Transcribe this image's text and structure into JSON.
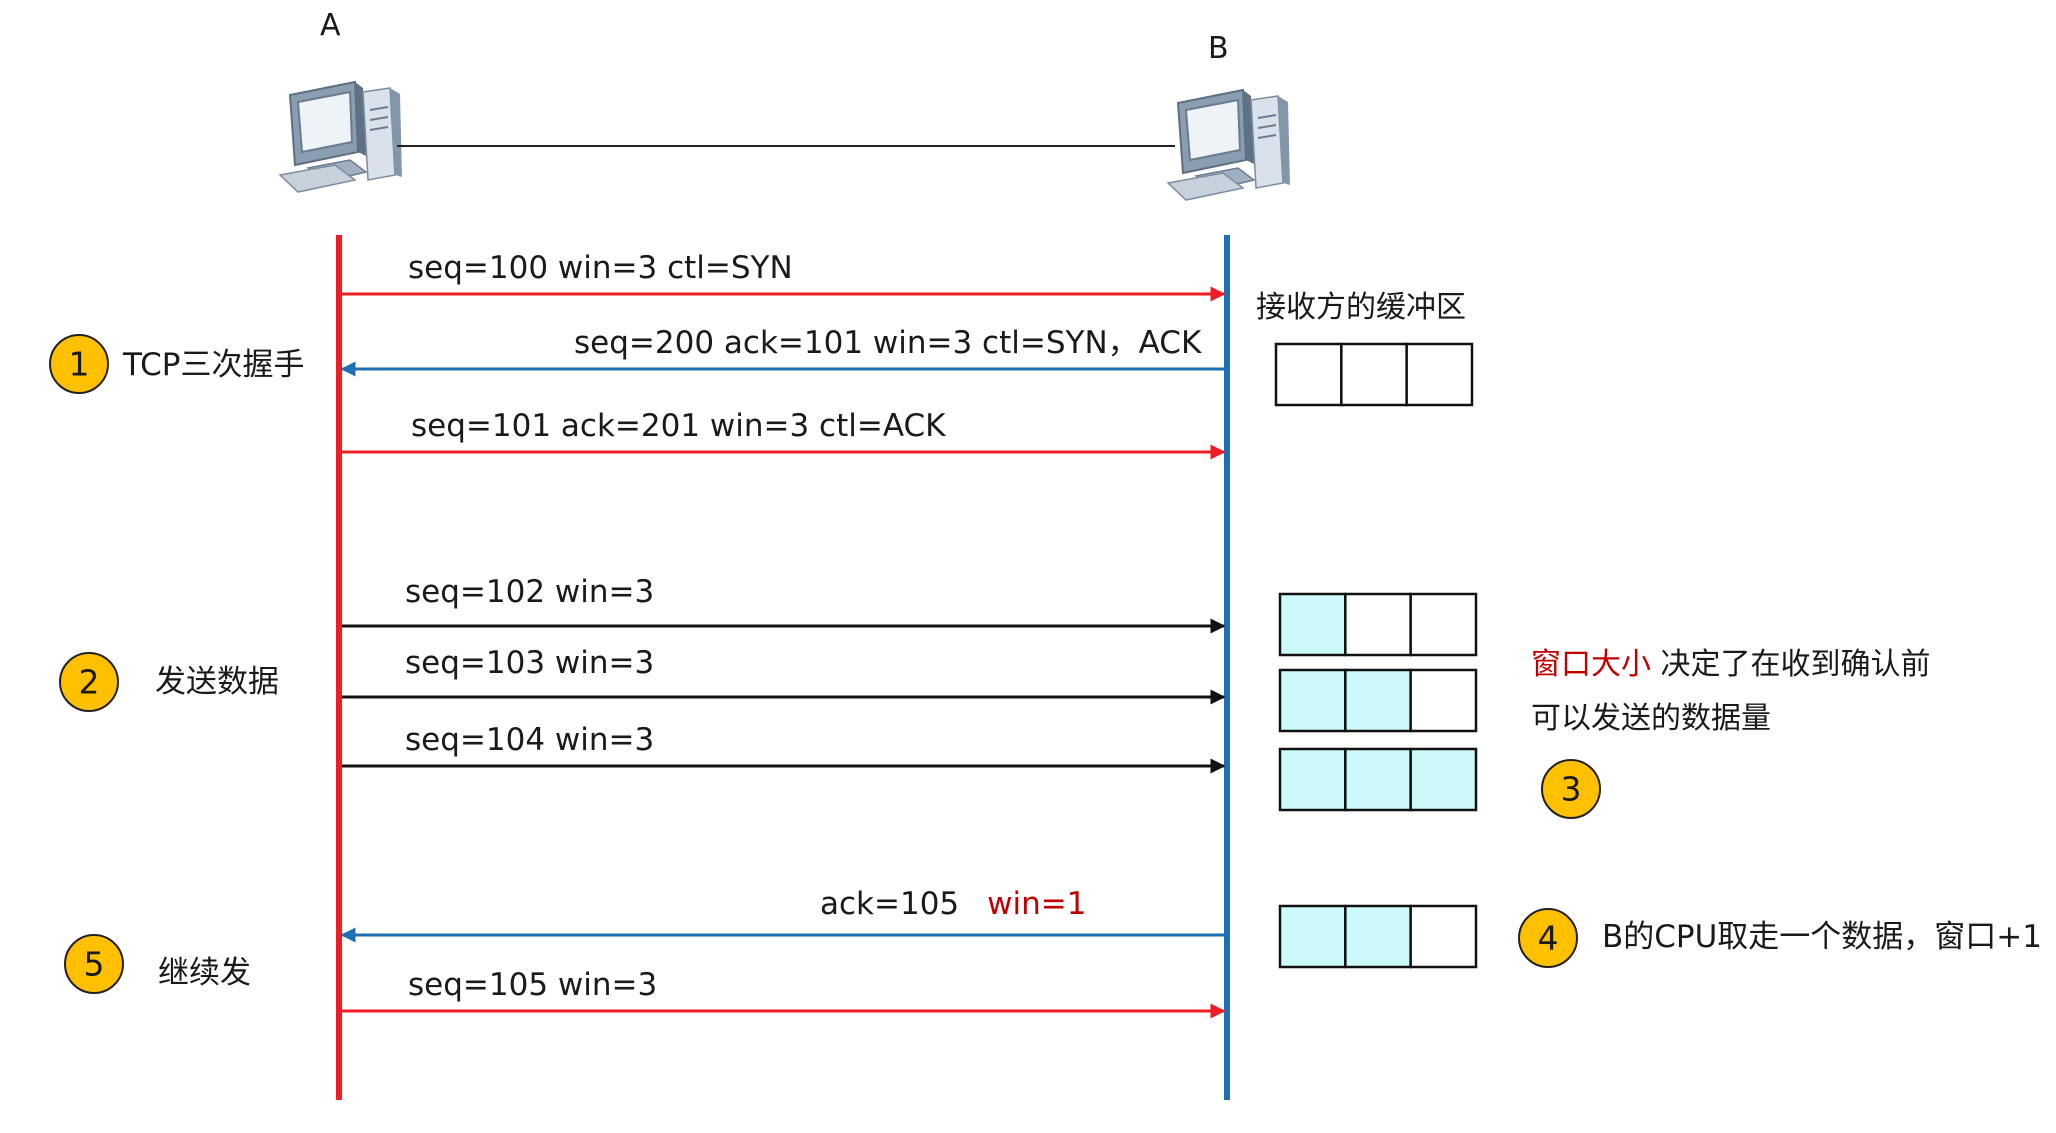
{
  "hosts": {
    "a": {
      "label": "A"
    },
    "b": {
      "label": "B"
    }
  },
  "colors": {
    "sender_line": "#ee1c25",
    "receiver_line": "#1f6fb5",
    "arrow_red": "#ee1c25",
    "arrow_blue": "#1f6fb5",
    "arrow_black": "#111111",
    "buffer_filled": "#ccfafa",
    "badge_fill": "#ffc000",
    "highlight_text": "#c00000"
  },
  "messages": {
    "syn": "seq=100  win=3 ctl=SYN",
    "syn_ack": "seq=200   ack=101  win=3   ctl=SYN，ACK",
    "ack": "seq=101   ack=201   win=3   ctl=ACK",
    "data_102": "seq=102   win=3",
    "data_103": "seq=103   win=3",
    "data_104": "seq=104   win=3",
    "ack_105": "ack=105",
    "ack_105_win": "win=1",
    "data_105": "seq=105  win=3"
  },
  "steps": {
    "handshake": {
      "num": "1",
      "label": "TCP三次握手"
    },
    "send": {
      "num": "2",
      "label": "发送数据"
    },
    "window": {
      "num": "3"
    },
    "cpu": {
      "num": "4",
      "label": "B的CPU取走一个数据，窗口+1"
    },
    "continue": {
      "num": "5",
      "label": "继续发"
    }
  },
  "buffer_title": "接收方的缓冲区",
  "window_note": {
    "highlight": "窗口大小",
    "rest": " 决定了在收到确认前",
    "line2": "可以发送的数据量"
  },
  "buffers": {
    "initial": [
      false,
      false,
      false
    ],
    "after_102": [
      true,
      false,
      false
    ],
    "after_103": [
      true,
      true,
      false
    ],
    "after_104": [
      true,
      true,
      true
    ],
    "after_cpu": [
      true,
      true,
      false
    ]
  },
  "icons": {
    "host_a": "computer-icon",
    "host_b": "computer-icon"
  }
}
